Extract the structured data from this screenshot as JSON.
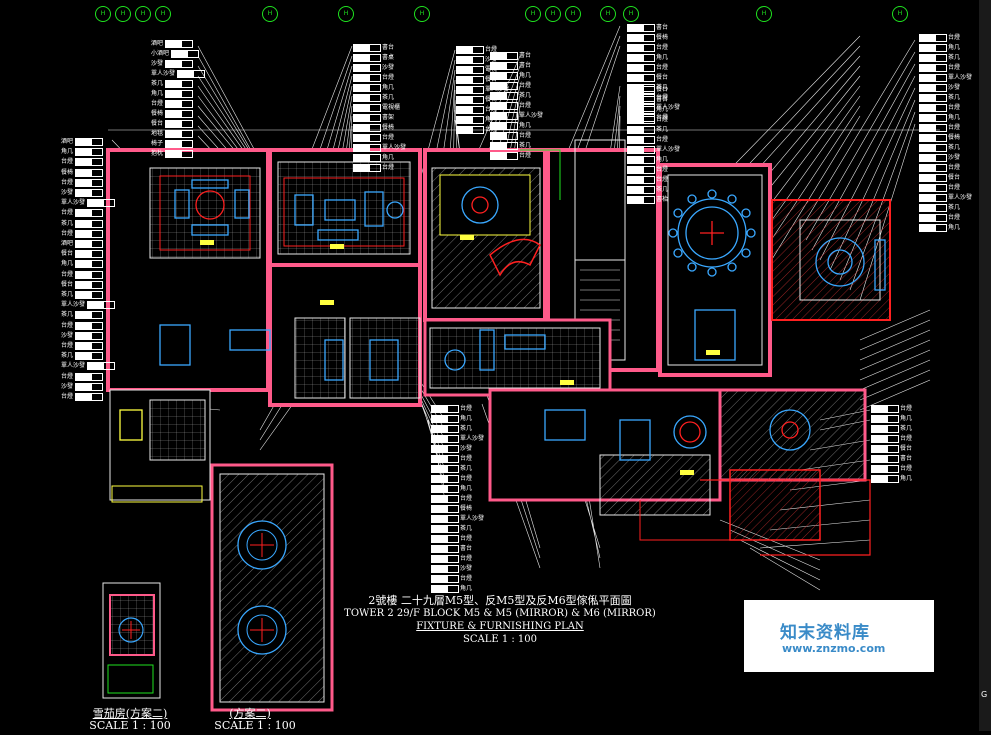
{
  "drawing": {
    "title_cn": "2號樓 二十九層M5型、反M5型及反M6型傢俬平面圖",
    "title_en": "TOWER 2 29/F BLOCK M5 & M5 (MIRROR) & M6 (MIRROR)",
    "plan_name": "FIXTURE & FURNISHING PLAN",
    "scale": "SCALE 1 : 100"
  },
  "insets": {
    "left_caption": "雪茄房(方案二)",
    "left_scale": "SCALE 1 : 100",
    "right_caption": "(方案二)",
    "right_scale": "SCALE 1 : 100"
  },
  "watermark": {
    "name": "知末资料库",
    "url": "www.znzmo.com"
  },
  "axis_bubbles": [
    "H",
    "H",
    "H",
    "H",
    "H",
    "H",
    "H",
    "H",
    "H",
    "H",
    "H",
    "H",
    "H",
    "H"
  ],
  "tags": {
    "left_top": [
      "酒吧",
      "小酒吧",
      "沙發",
      "單人沙發",
      "茶几",
      "角几",
      "台燈",
      "餐椅",
      "餐台",
      "地毯",
      "椅子",
      "抱枕"
    ],
    "left_side": [
      "酒吧",
      "角几",
      "台燈",
      "餐椅",
      "台燈",
      "沙發",
      "單人沙發",
      "台燈",
      "茶几",
      "台燈",
      "酒吧",
      "餐台",
      "角几",
      "台燈",
      "餐台",
      "茶几",
      "單人沙發",
      "茶几",
      "台燈",
      "沙發",
      "台燈",
      "茶几",
      "單人沙發",
      "台燈",
      "沙發",
      "台燈"
    ],
    "mid_top": [
      "書台",
      "書桌",
      "沙發",
      "台燈",
      "角几",
      "茶几",
      "電視櫃",
      "書架",
      "餐椅",
      "台燈",
      "單人沙發",
      "角几",
      "台燈"
    ],
    "mid2_top": [
      "台燈",
      "沙發",
      "電視",
      "餐台",
      "單人沙發",
      "餐椅",
      "台燈",
      "角几",
      "台燈"
    ],
    "center_top": [
      "書台",
      "書台",
      "角几",
      "台燈",
      "茶几",
      "台燈",
      "單人沙發",
      "角几",
      "台燈",
      "茶几",
      "台燈"
    ],
    "right_top_a": [
      "書台",
      "餐椅",
      "台燈",
      "角几",
      "台燈",
      "餐台",
      "茶几",
      "台燈",
      "單人沙發",
      "台燈"
    ],
    "right_top_b": [
      "餐台",
      "書台",
      "角几",
      "台燈",
      "茶几",
      "台燈",
      "單人沙發",
      "角几",
      "台燈",
      "台燈",
      "茶几",
      "書枱"
    ],
    "right_side": [
      "台燈",
      "角几",
      "茶几",
      "台燈",
      "單人沙發",
      "沙發",
      "茶几",
      "台燈",
      "角几",
      "台燈",
      "餐椅",
      "茶几",
      "沙發",
      "台燈",
      "餐台",
      "台燈",
      "單人沙發",
      "茶几",
      "台燈",
      "角几"
    ],
    "bottom_mid": [
      "台燈",
      "角几",
      "茶几",
      "單人沙發",
      "沙發",
      "台燈",
      "茶几",
      "台燈",
      "角几",
      "台燈",
      "餐椅",
      "單人沙發",
      "茶几",
      "台燈",
      "書台",
      "台燈",
      "沙發",
      "台燈",
      "角几"
    ],
    "bottom_right": [
      "台燈",
      "角几",
      "茶几",
      "台燈",
      "餐台",
      "書台",
      "台燈",
      "角几"
    ]
  },
  "colors": {
    "wall": "#ff5a8a",
    "furniture": "#3aa8ff",
    "grid": "#cfcfcf",
    "axis": "#1fe21f",
    "accent_red": "#ff2020",
    "accent_yellow": "#ffff40"
  }
}
